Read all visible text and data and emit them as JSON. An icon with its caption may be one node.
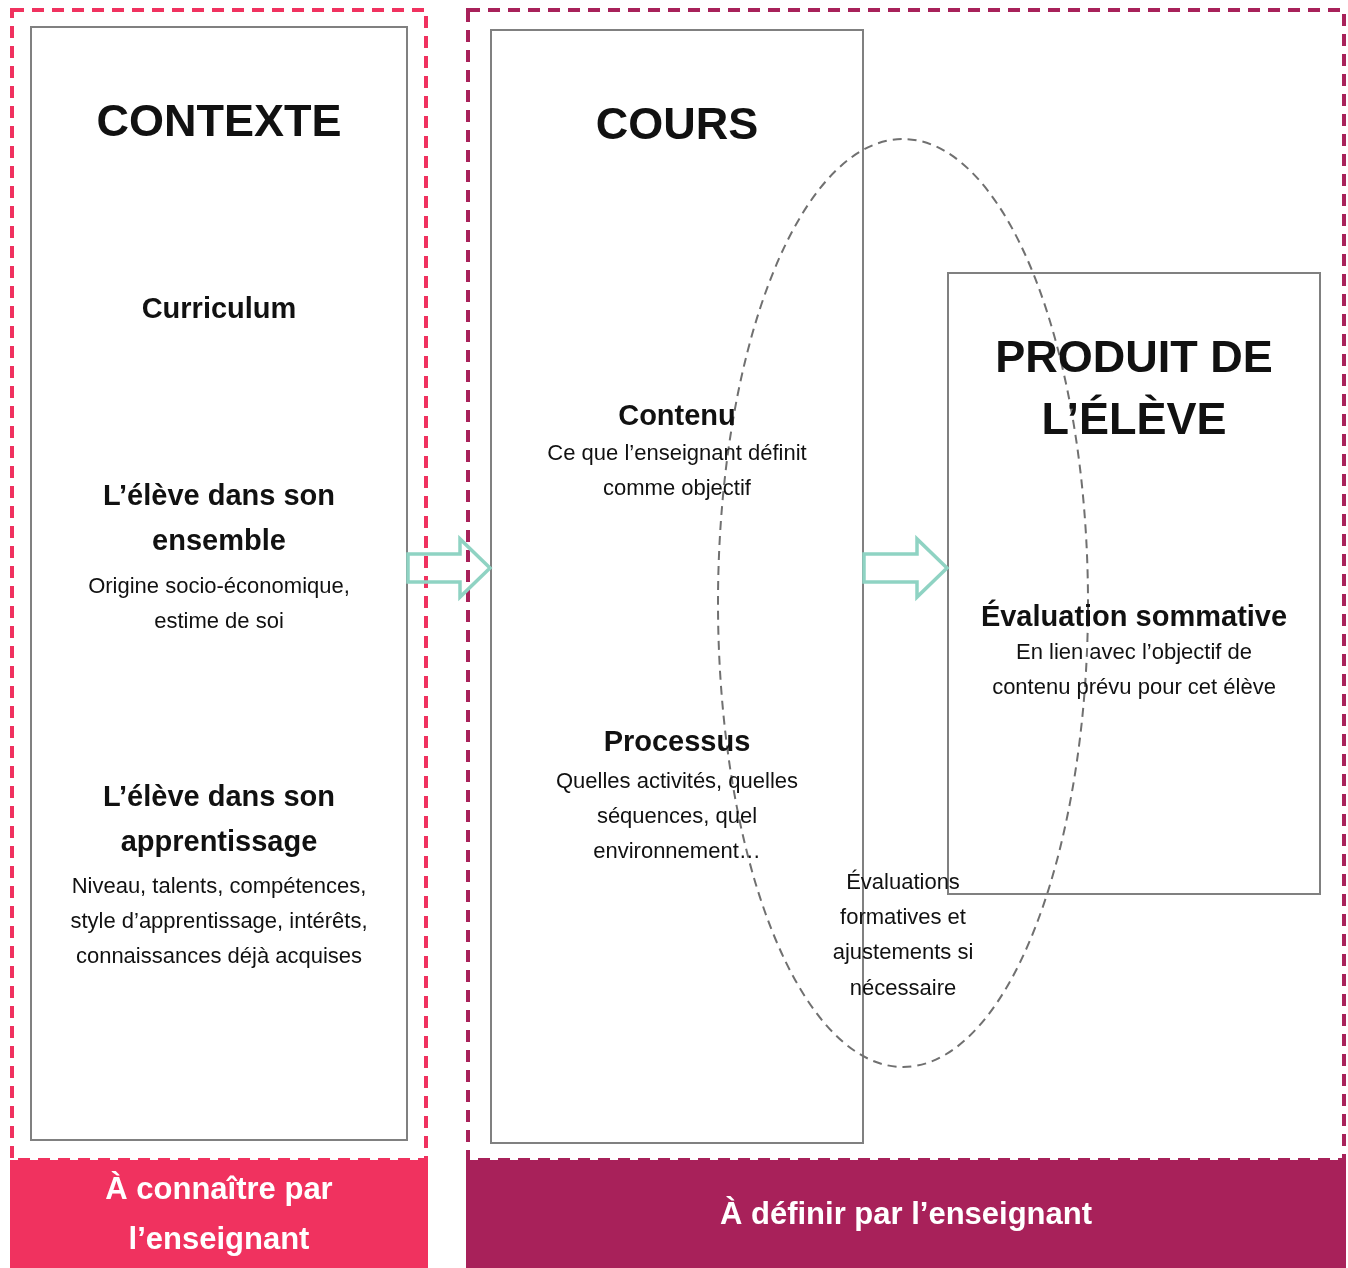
{
  "diagram": {
    "nodes": [
      {
        "text": [
          "À connaître par l’enseignant"
        ]
      },
      {
        "text": [
          "CONTEXTE",
          "Curriculum",
          "L’élève dans son ensemble",
          "Origine socio-économique, estime de soi",
          "L’élève dans son apprentissage",
          "Niveau, talents, compétences, style d’apprentissage, intérêts, connaissances déjà acquises"
        ],
        "in": 0
      },
      {
        "text": [
          "À définir par l’enseignant"
        ]
      },
      {
        "text": [
          "COURS",
          "Contenu",
          "Ce que l’enseignant définit comme objectif",
          "Processus",
          "Quelles activités, quelles séquences, quel environnement…"
        ],
        "in": 2
      },
      {
        "text": [
          "PRODUIT DE L’ÉLÈVE",
          "Évaluation sommative",
          "En lien avec l’objectif de contenu prévu pour cet élève"
        ],
        "in": 2
      },
      {
        "text": [
          "Évaluations formatives et ajustements si nécessaire"
        ],
        "in": 2
      }
    ],
    "edges": [
      {
        "from": 1,
        "to": 3,
        "arrow": "to",
        "color": "#8fd3c3"
      },
      {
        "from": 3,
        "to": 4,
        "arrow": "to",
        "color": "#8fd3c3"
      }
    ]
  }
}
